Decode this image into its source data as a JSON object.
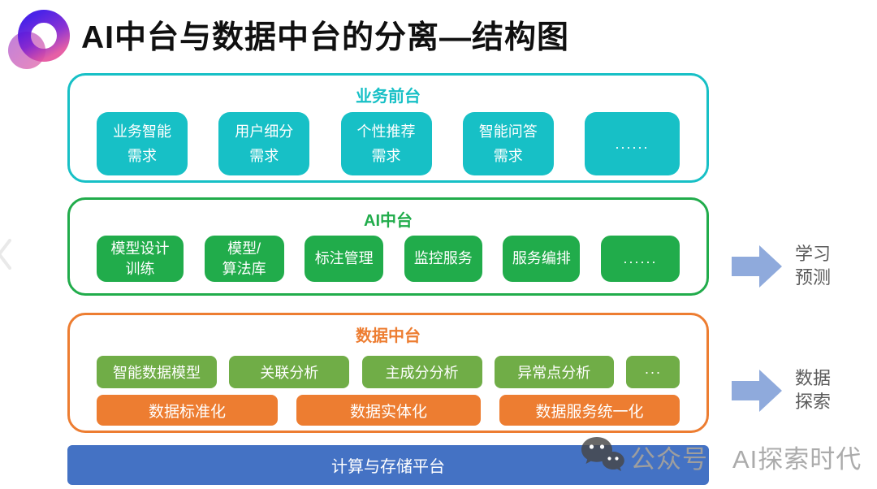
{
  "page": {
    "title": "AI中台与数据中台的分离—结构图"
  },
  "sections": {
    "frontend": {
      "title": "业务前台",
      "color": "#17C0C6",
      "boxes": [
        "业务智能\n需求",
        "用户细分\n需求",
        "个性推荐\n需求",
        "智能问答\n需求",
        "......"
      ]
    },
    "ai": {
      "title": "AI中台",
      "color": "#21AC4B",
      "boxes": [
        "模型设计\n训练",
        "模型/\n算法库",
        "标注管理",
        "监控服务",
        "服务编排",
        "......"
      ]
    },
    "data": {
      "title": "数据中台",
      "border_color": "#ED7D31",
      "analysis_color": "#70AD47",
      "service_color": "#ED7D31",
      "analysis_boxes": [
        "智能数据模型",
        "关联分析",
        "主成分分析",
        "异常点分析",
        "···"
      ],
      "service_boxes": [
        "数据标准化",
        "数据实体化",
        "数据服务统一化"
      ]
    }
  },
  "platform_bar": {
    "label": "计算与存储平台",
    "color": "#4472C4"
  },
  "annotations": {
    "arrow_color": "#8FAADC",
    "ai_arrow_label": "学习\n预测",
    "data_arrow_label": "数据\n探索"
  },
  "watermark": {
    "source": "公众号",
    "name": "AI探索时代"
  }
}
